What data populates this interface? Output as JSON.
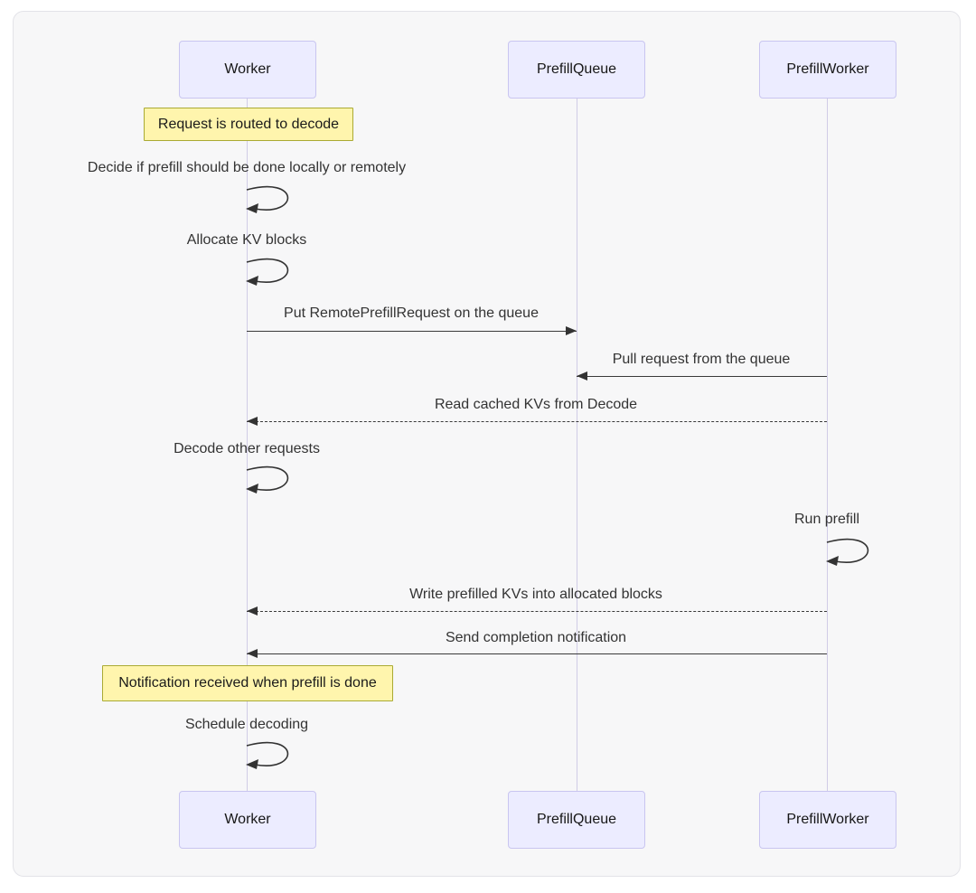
{
  "diagram": {
    "type": "sequence-diagram",
    "participants": [
      {
        "id": "worker",
        "label": "Worker"
      },
      {
        "id": "prefill-queue",
        "label": "PrefillQueue"
      },
      {
        "id": "prefill-worker",
        "label": "PrefillWorker"
      }
    ],
    "notes": [
      {
        "text": "Request is routed to decode",
        "over": "Worker"
      },
      {
        "text": "Notification received when prefill is done",
        "over": "Worker"
      }
    ],
    "messages": [
      {
        "from": "Worker",
        "to": "Worker",
        "style": "self-loop",
        "text": "Decide if prefill should be done locally or remotely"
      },
      {
        "from": "Worker",
        "to": "Worker",
        "style": "self-loop",
        "text": "Allocate KV blocks"
      },
      {
        "from": "Worker",
        "to": "PrefillQueue",
        "style": "solid-arrow",
        "text": "Put RemotePrefillRequest on the queue"
      },
      {
        "from": "PrefillWorker",
        "to": "PrefillQueue",
        "style": "solid-arrow",
        "text": "Pull request from the queue"
      },
      {
        "from": "PrefillWorker",
        "to": "Worker",
        "style": "dashed-arrow",
        "text": "Read cached KVs from Decode"
      },
      {
        "from": "Worker",
        "to": "Worker",
        "style": "self-loop",
        "text": "Decode other requests"
      },
      {
        "from": "PrefillWorker",
        "to": "PrefillWorker",
        "style": "self-loop",
        "text": "Run prefill"
      },
      {
        "from": "PrefillWorker",
        "to": "Worker",
        "style": "dashed-arrow",
        "text": "Write prefilled KVs into allocated blocks"
      },
      {
        "from": "PrefillWorker",
        "to": "Worker",
        "style": "solid-arrow",
        "text": "Send completion notification"
      },
      {
        "from": "Worker",
        "to": "Worker",
        "style": "self-loop",
        "text": "Schedule decoding"
      }
    ],
    "colors": {
      "actor_fill": "#ECECFF",
      "actor_border": "#c9c5f0",
      "note_fill": "#FFF5AD",
      "note_border": "#AAAA33",
      "lifeline": "#d0cce6",
      "arrow": "#333333",
      "message_text": "#333333",
      "canvas_bg": "#f7f7f8",
      "page_bg": "#ffffff"
    }
  }
}
